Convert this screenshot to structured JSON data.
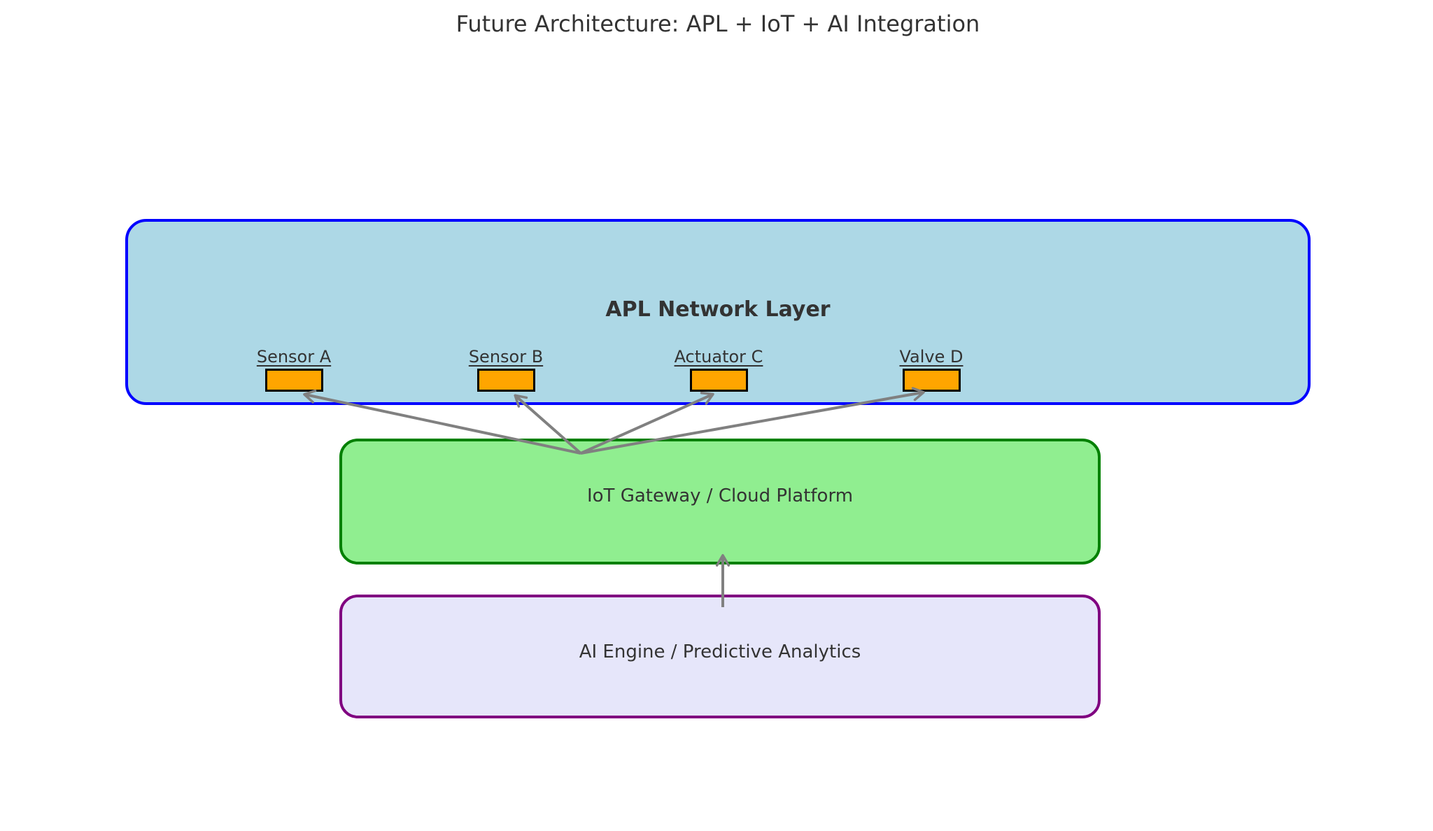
{
  "title": "Future Architecture: APL + IoT + AI Integration",
  "colors": {
    "text": "#333333",
    "apl_fill": "#ADD8E6",
    "apl_border": "#0000FF",
    "device_fill": "#FFA500",
    "device_border": "#000000",
    "gateway_fill": "#90EE90",
    "gateway_border": "#008000",
    "ai_fill": "#E6E6FA",
    "ai_border": "#800080",
    "arrow": "#808080"
  },
  "apl": {
    "label": "APL Network Layer"
  },
  "devices": [
    {
      "label": "Sensor A"
    },
    {
      "label": "Sensor B"
    },
    {
      "label": "Actuator C"
    },
    {
      "label": "Valve D"
    }
  ],
  "gateway": {
    "label": "IoT Gateway / Cloud Platform"
  },
  "ai": {
    "label": "AI Engine / Predictive Analytics"
  }
}
